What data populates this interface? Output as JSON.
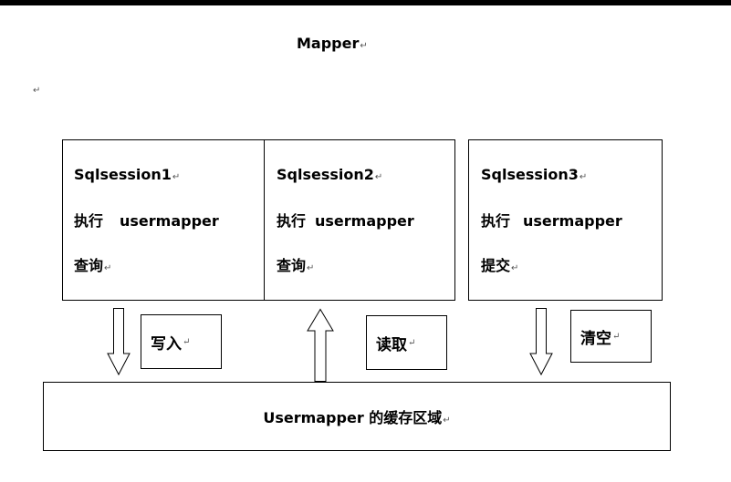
{
  "title": "Mapper",
  "paragraph_mark": "↵",
  "sessions": [
    {
      "name": "Sqlsession1",
      "verb": "执行",
      "target": "usermapper",
      "action": "查询"
    },
    {
      "name": "Sqlsession2",
      "verb": "执行",
      "target": "usermapper",
      "action": "查询"
    },
    {
      "name": "Sqlsession3",
      "verb": "执行",
      "target": "usermapper",
      "action": "提交"
    }
  ],
  "operations": [
    {
      "label": "写入",
      "direction": "down"
    },
    {
      "label": "读取",
      "direction": "up"
    },
    {
      "label": "清空",
      "direction": "down"
    }
  ],
  "cache": {
    "label": "Usermapper 的缓存区域"
  }
}
